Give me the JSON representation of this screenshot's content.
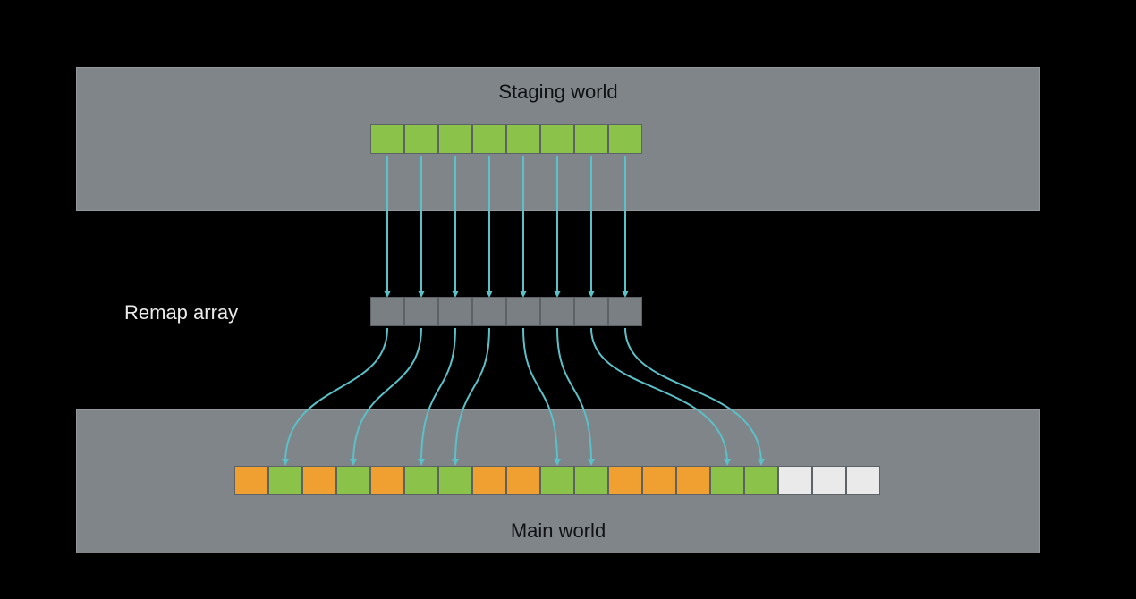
{
  "labels": {
    "staging_title": "Staging world",
    "main_title": "Main world",
    "remap_label": "Remap array"
  },
  "colors": {
    "background": "#000000",
    "panel": "#7f8589",
    "green": "#8bc34a",
    "orange": "#f0a030",
    "white": "#eaeaea",
    "remap_gray": "#797f83",
    "arrow": "#5cc0c8"
  },
  "staging_cells": [
    "green",
    "green",
    "green",
    "green",
    "green",
    "green",
    "green",
    "green"
  ],
  "remap_cells": [
    "gray",
    "gray",
    "gray",
    "gray",
    "gray",
    "gray",
    "gray",
    "gray"
  ],
  "main_cells": [
    "orange",
    "green",
    "orange",
    "green",
    "orange",
    "green",
    "green",
    "orange",
    "orange",
    "green",
    "green",
    "orange",
    "orange",
    "orange",
    "green",
    "green",
    "white",
    "white",
    "white"
  ],
  "remap_targets": [
    1,
    3,
    5,
    6,
    9,
    10,
    14,
    15
  ]
}
